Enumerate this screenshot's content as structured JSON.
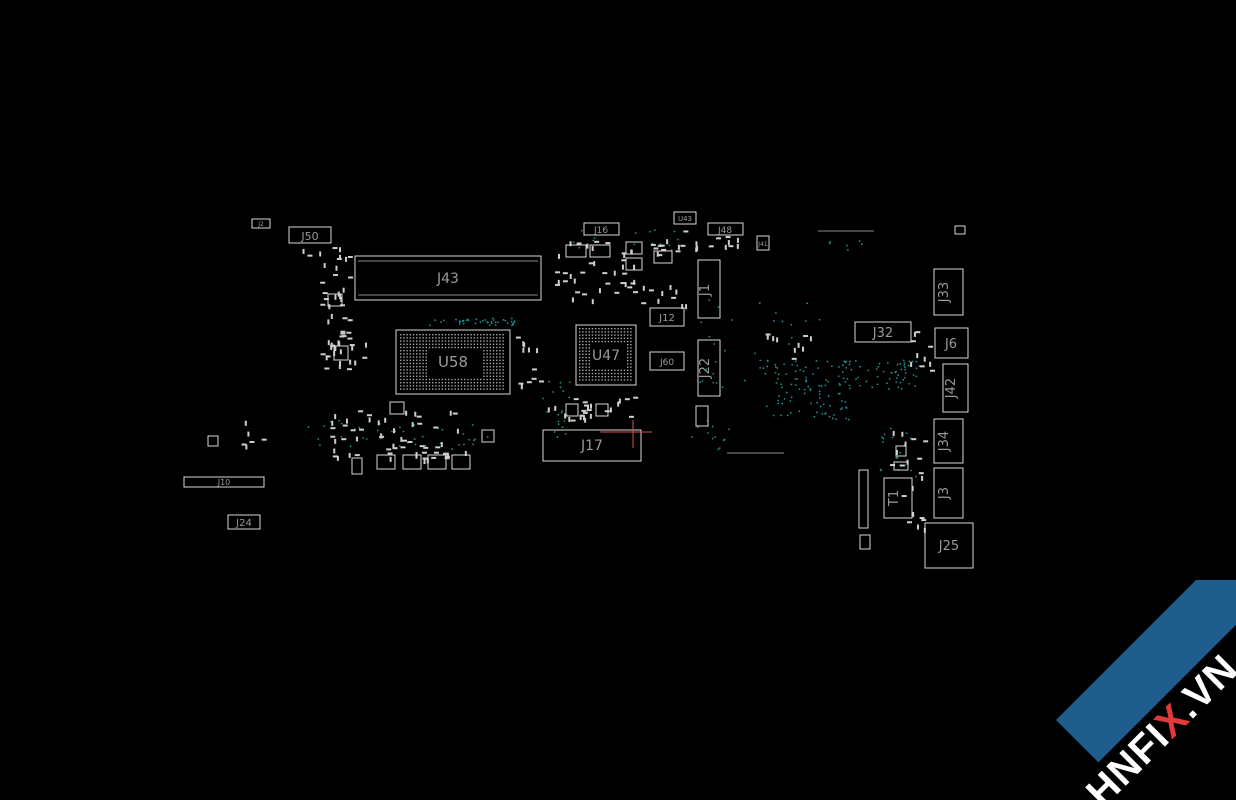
{
  "board": {
    "background": "#000000",
    "outline_color": "#d8d8d8",
    "label_color": "#9a9a9a",
    "via_color": "#1f8f8f",
    "big_components": [
      {
        "id": "J43",
        "label": "J43"
      },
      {
        "id": "U58",
        "label": "U58"
      },
      {
        "id": "U47",
        "label": "U47"
      },
      {
        "id": "J17",
        "label": "J17"
      },
      {
        "id": "J1",
        "label": "J1"
      },
      {
        "id": "J22",
        "label": "J22"
      },
      {
        "id": "J32",
        "label": "J32"
      },
      {
        "id": "J6",
        "label": "J6"
      },
      {
        "id": "J33",
        "label": "J33"
      },
      {
        "id": "J42",
        "label": "J42"
      },
      {
        "id": "J34",
        "label": "J34"
      },
      {
        "id": "J3",
        "label": "J3"
      },
      {
        "id": "J25",
        "label": "J25"
      },
      {
        "id": "T1",
        "label": "T1"
      },
      {
        "id": "J50",
        "label": "J50"
      },
      {
        "id": "J16",
        "label": "J16"
      },
      {
        "id": "J48",
        "label": "J48"
      },
      {
        "id": "J24",
        "label": "J24"
      },
      {
        "id": "J10",
        "label": "J10"
      }
    ],
    "small_labels": [
      "J12",
      "U43",
      "J41",
      "J60",
      "J2"
    ]
  },
  "watermark": {
    "prefix": "HNFI",
    "highlight": "X",
    "suffix": ".VN",
    "band_color": "#1e5d8c",
    "highlight_color": "#e23a3a"
  }
}
